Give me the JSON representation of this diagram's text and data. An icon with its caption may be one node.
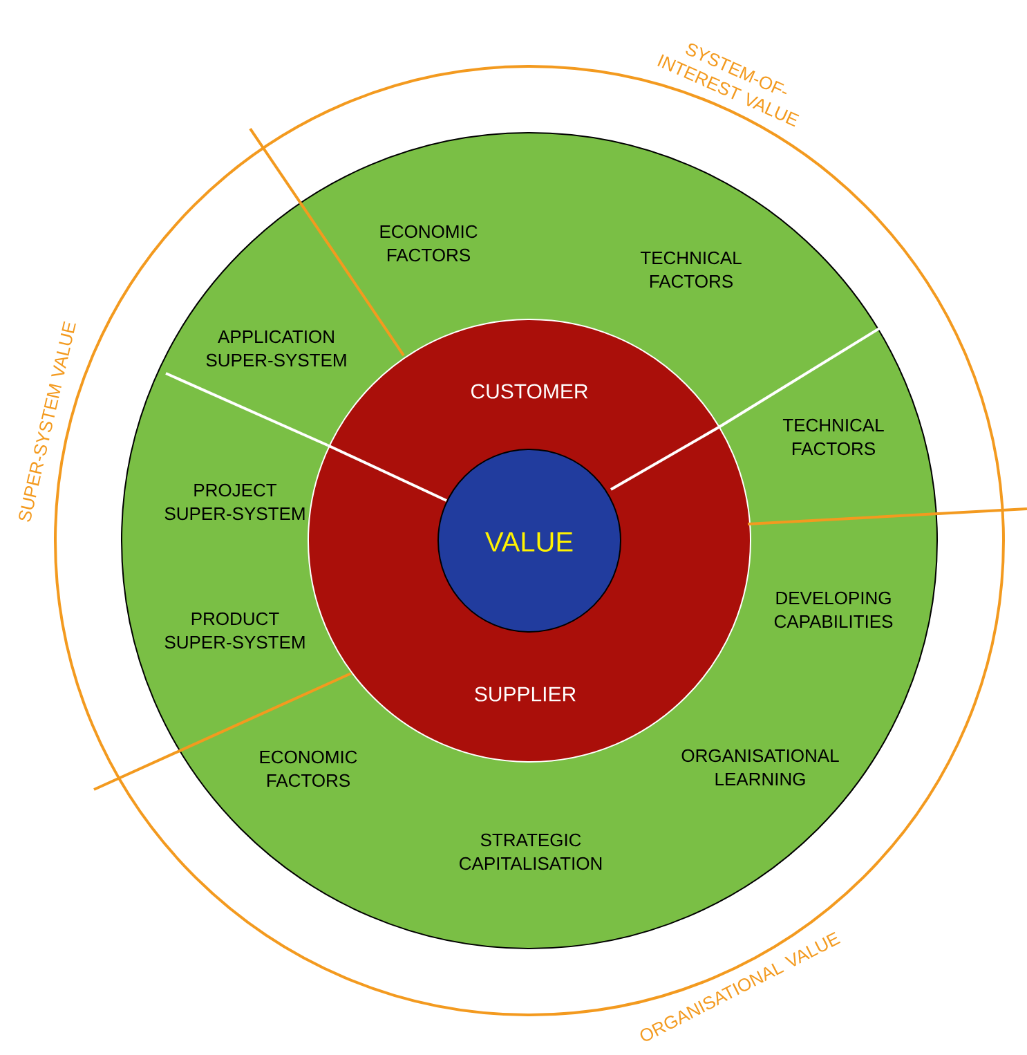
{
  "diagram": {
    "nodes": [
      {
        "text": [
          "ECONOMIC FACTORS",
          "TECHNICAL FACTORS",
          "APPLICATION SUPER-SYSTEM",
          "TECHNICAL FACTORS",
          "PROJECT SUPER-SYSTEM",
          "PRODUCT SUPER-SYSTEM",
          "DEVELOPING CAPABILITIES",
          "ECONOMIC FACTORS",
          "ORGANISATIONAL LEARNING",
          "STRATEGIC CAPITALISATION"
        ]
      },
      {
        "text": [
          "CUSTOMER",
          "SUPPLIER"
        ],
        "in": 0
      },
      {
        "text": [
          "VALUE"
        ],
        "in": 1
      }
    ],
    "labels": [
      "SYSTEM-OF-INTEREST VALUE",
      "SUPER-SYSTEM VALUE",
      "ORGANISATIONAL VALUE"
    ]
  }
}
